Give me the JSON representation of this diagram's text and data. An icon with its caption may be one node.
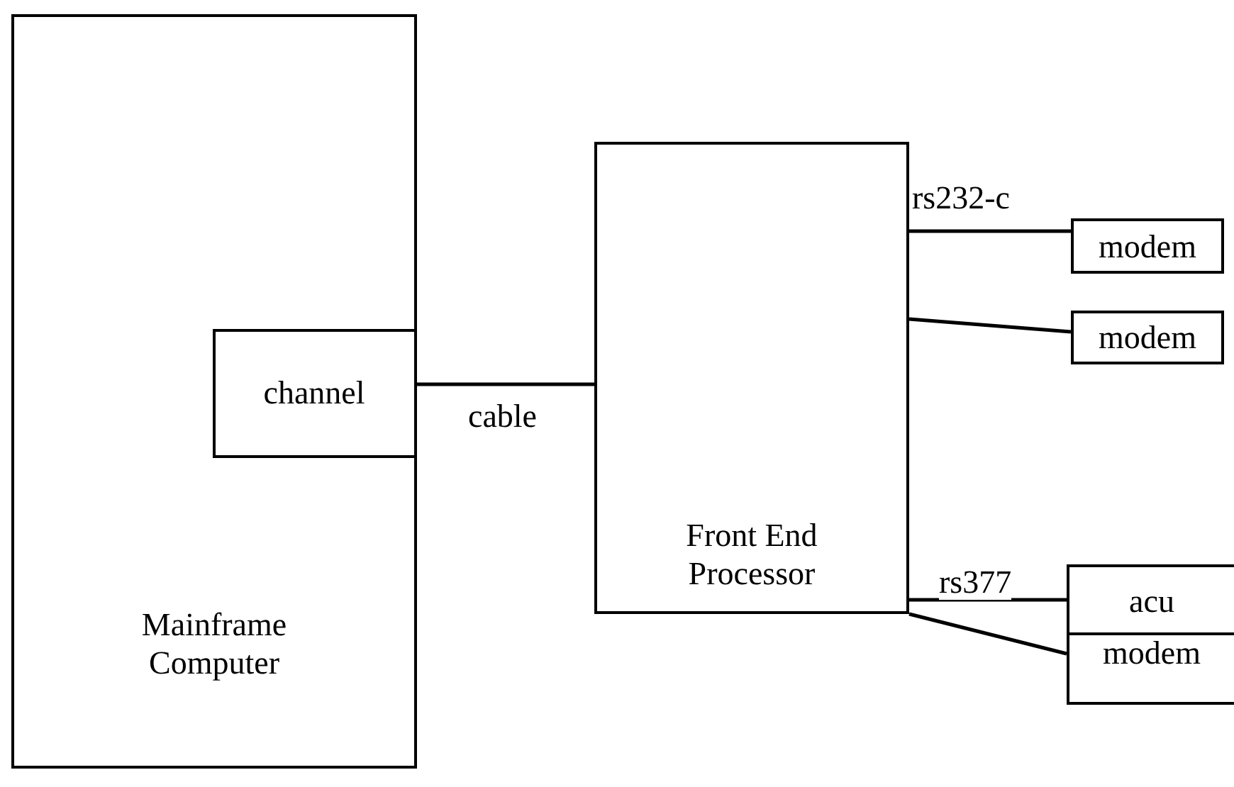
{
  "diagram": {
    "nodes": [
      {
        "text": [
          "Mainframe Computer"
        ]
      },
      {
        "text": [
          "channel"
        ],
        "in": 0
      },
      {
        "text": [
          "Front End Processor"
        ]
      },
      {
        "text": [
          "modem"
        ]
      },
      {
        "text": [
          "modem"
        ]
      },
      {
        "text": [
          "acu"
        ]
      },
      {
        "text": [
          "modem"
        ]
      }
    ],
    "edges": [
      {
        "from": 1,
        "to": 2,
        "arrow": "none",
        "label": "cable"
      },
      {
        "from": 2,
        "to": 3,
        "arrow": "none",
        "label": "rs232-c"
      },
      {
        "from": 2,
        "to": 4,
        "arrow": "none"
      },
      {
        "from": 2,
        "to": 5,
        "arrow": "none",
        "label": "rs377"
      },
      {
        "from": 2,
        "to": 6,
        "arrow": "none"
      }
    ]
  }
}
